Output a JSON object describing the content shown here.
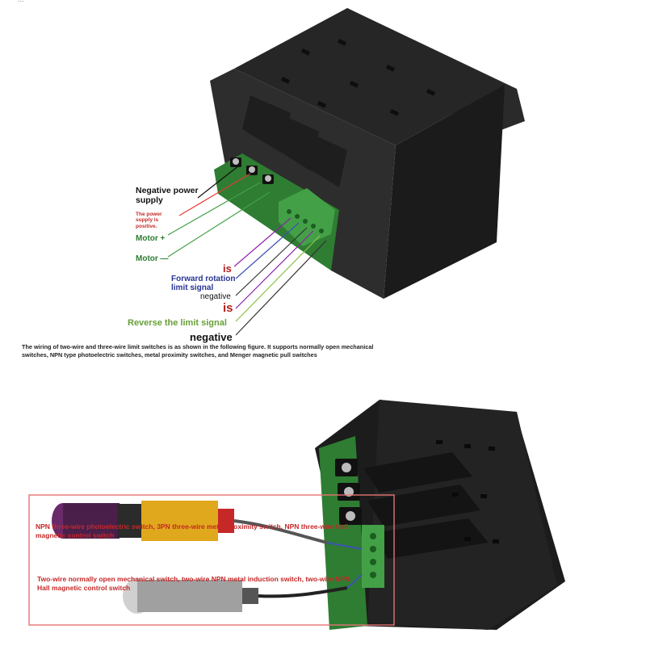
{
  "top_crop_text": "...",
  "labels": {
    "negative_power_supply": "Negative power supply",
    "power_supply_positive": "The power supply is positive.",
    "motor_plus": "Motor +",
    "motor_minus": "Motor —",
    "is_1": "is",
    "forward_rotation_limit_signal": "Forward rotation limit signal",
    "negative_1": "negative",
    "is_2": "is",
    "reverse_limit_signal": "Reverse the limit signal",
    "negative_2": "negative"
  },
  "description": "The wiring of two-wire and three-wire limit switches is as shown in the following figure. It supports normally open mechanical switches, NPN type photoelectric switches, metal proximity switches, and Menger magnetic pull switches",
  "bottom_labels": {
    "three_wire": "NPN three-wire photoelectric switch, 3PN three-wire metal proximity switch, NPN three-wire Hall magnetic control switch",
    "two_wire": "Two-wire normally open mechanical switch, two-wire NPN metal induction switch, two-wire NPN Hall magnetic control switch"
  },
  "colors": {
    "housing": "#1c1c1c",
    "housing_light": "#2c2c2c",
    "pcb": "#2e7d32",
    "terminal_green": "#43a047",
    "wire_red": "#e53935",
    "wire_green": "#43a047",
    "wire_blue": "#3f51b5",
    "wire_dark": "#333333",
    "sensor_yellow": "#e0a81c",
    "sensor_purple": "#6a2a6a",
    "highlight_box": "#d32f2f"
  },
  "icons": [
    "controller-box-top",
    "controller-box-bottom",
    "photoelectric-sensor",
    "proximity-sensor"
  ]
}
